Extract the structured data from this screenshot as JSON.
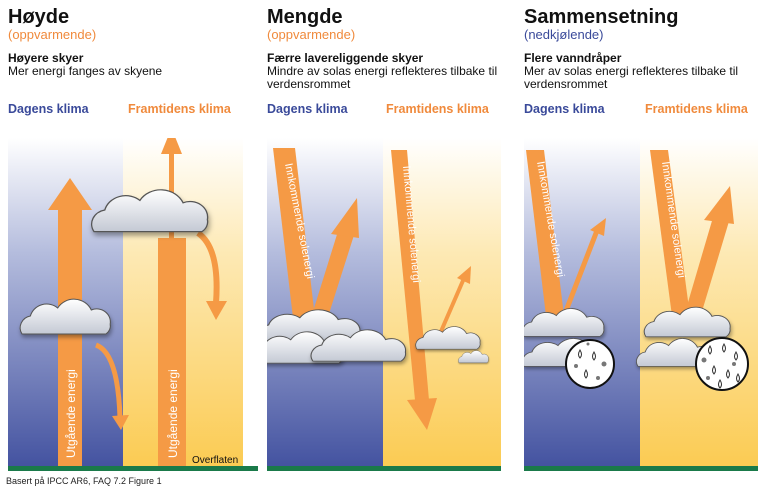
{
  "colors": {
    "current_climate": "#3a4a9a",
    "future_climate": "#f08a3c",
    "arrow": "#f59a45",
    "surface": "#1a7a4a"
  },
  "panels": [
    {
      "title": "Høyde",
      "subtitle": "(oppvarmende)",
      "subtitle_color": "#f08a3c",
      "heading": "Høyere skyer",
      "description": "Mer energi fanges av skyene",
      "label_current": "Dagens klima",
      "label_future": "Framtidens klima",
      "arrow_text_current": "Utgående energi",
      "arrow_text_future": "Utgående energi",
      "surface_label": "Overflaten"
    },
    {
      "title": "Mengde",
      "subtitle": "(oppvarmende)",
      "subtitle_color": "#f08a3c",
      "heading": "Færre lavereliggende skyer",
      "description": "Mindre av solas energi reflekteres tilbake til verdensrommet",
      "label_current": "Dagens klima",
      "label_future": "Framtidens klima",
      "arrow_text_current": "Innkommende solenergi",
      "arrow_text_future": "Innkommende solenergi"
    },
    {
      "title": "Sammensetning",
      "subtitle": "(nedkjølende)",
      "subtitle_color": "#3a4a9a",
      "heading": "Flere vanndråper",
      "description": "Mer av solas energi reflekteres tilbake til verdensrommet",
      "label_current": "Dagens klima",
      "label_future": "Framtidens klima",
      "arrow_text_current": "Innkommende solenergi",
      "arrow_text_future": "Innkommende solenergi"
    }
  ],
  "footer": "Basert på IPCC AR6, FAQ 7.2 Figure 1"
}
